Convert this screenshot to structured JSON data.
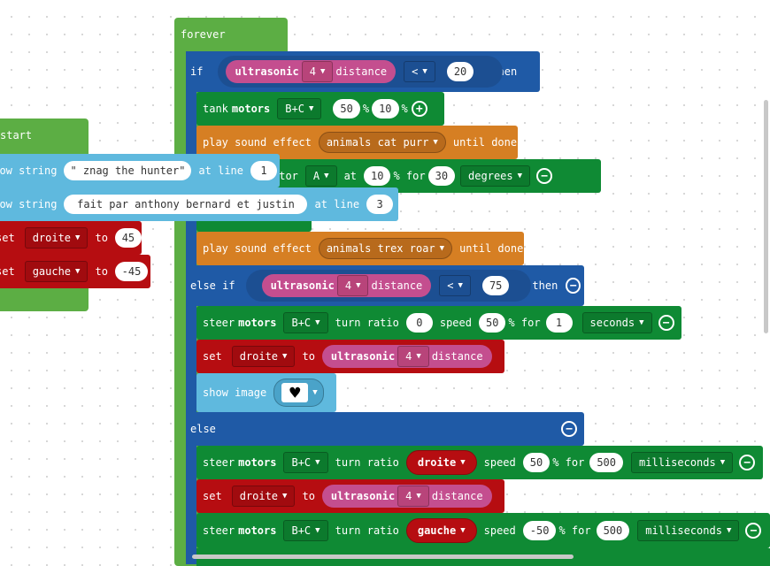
{
  "start": {
    "hat_label": "start",
    "row1": {
      "cmd": "show string",
      "text": "\" znag the hunter\"",
      "at_line": "at line",
      "line": "1"
    },
    "row2": {
      "cmd": "show string",
      "text": "fait par anthony bernard et justin",
      "at_line": "at line",
      "line": "3"
    },
    "row3": {
      "cmd": "set",
      "var": "droite",
      "to": "to",
      "value": "45"
    },
    "row4": {
      "cmd": "set",
      "var": "gauche",
      "to": "to",
      "value": "-45"
    }
  },
  "forever": {
    "hat_label": "forever",
    "if_row": {
      "if": "if",
      "sensor": "ultrasonic",
      "port": "4",
      "prop": "distance",
      "op": "<",
      "value": "20",
      "then": "then"
    },
    "tank": {
      "cmd_a": "tank",
      "cmd_b": "motors",
      "ports": "B+C",
      "v1": "50",
      "pct1": "%",
      "v2": "10",
      "pct2": "%",
      "plus": "+"
    },
    "sound1": {
      "cmd": "play sound effect",
      "effect": "animals cat purr",
      "until": "until done"
    },
    "motor_row": {
      "cmd": "otor",
      "port": "A",
      "at": "at",
      "value": "10",
      "pct_for": "% for",
      "amount": "30",
      "unit": "degrees",
      "minus": "−"
    },
    "sound2": {
      "cmd": "play sound effect",
      "effect": "animals trex roar",
      "until": "until done"
    },
    "elseif_row": {
      "label": "else if",
      "sensor": "ultrasonic",
      "port": "4",
      "prop": "distance",
      "op": "<",
      "value": "75",
      "then": "then",
      "minus": "−"
    },
    "steer1": {
      "cmd_a": "steer",
      "cmd_b": "motors",
      "ports": "B+C",
      "turn": "turn ratio",
      "ratio": "0",
      "speed": "speed",
      "speed_val": "50",
      "pct_for": "% for",
      "dur": "1",
      "unit": "seconds",
      "minus": "−"
    },
    "set1": {
      "cmd": "set",
      "var": "droite",
      "to": "to",
      "sensor": "ultrasonic",
      "port": "4",
      "prop": "distance"
    },
    "image_row": {
      "cmd": "show image",
      "icon": "♥"
    },
    "else_row": {
      "label": "else",
      "minus": "−"
    },
    "steer2": {
      "cmd_a": "steer",
      "cmd_b": "motors",
      "ports": "B+C",
      "turn": "turn ratio",
      "ratio_var": "droite",
      "speed": "speed",
      "speed_val": "50",
      "pct_for": "% for",
      "dur": "500",
      "unit": "milliseconds",
      "minus": "−"
    },
    "set2": {
      "cmd": "set",
      "var": "droite",
      "to": "to",
      "sensor": "ultrasonic",
      "port": "4",
      "prop": "distance"
    },
    "steer3": {
      "cmd_a": "steer",
      "cmd_b": "motors",
      "ports": "B+C",
      "turn": "turn ratio",
      "ratio_var": "gauche",
      "speed": "speed",
      "speed_val": "-50",
      "pct_for": "% for",
      "dur": "500",
      "unit": "milliseconds",
      "minus": "−"
    }
  },
  "colors": {
    "loops_green": "#5cae44",
    "logic_blue": "#1f5aa6",
    "motors_green": "#0f8a34",
    "music_orange": "#d67f23",
    "variables_red": "#b60d11",
    "brick_lightblue": "#5fb9de",
    "sensors_pink": "#c44e8f"
  }
}
